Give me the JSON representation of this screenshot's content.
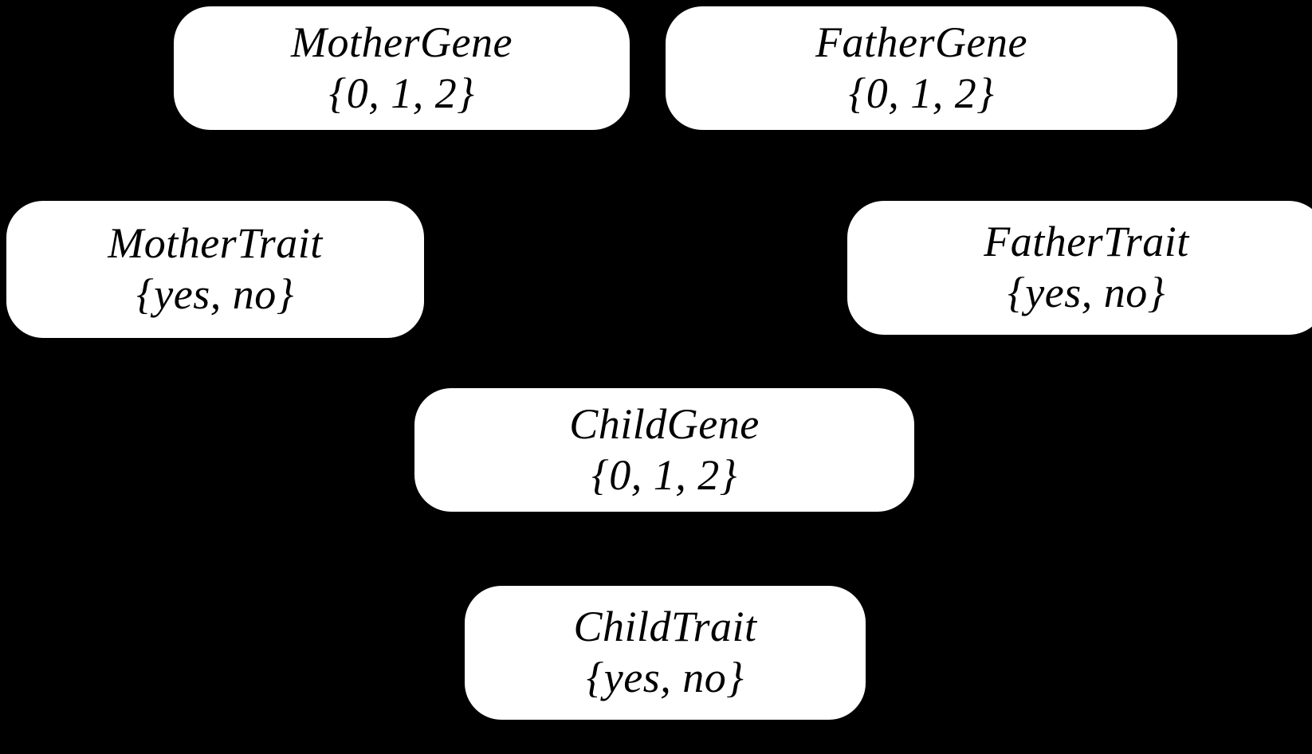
{
  "diagram": {
    "type": "bayesian-network",
    "background_color": "#000000",
    "node_fill_color": "#ffffff",
    "node_text_color": "#000000",
    "nodes": [
      {
        "id": "mother-gene",
        "title": "MotherGene",
        "domain": "{0, 1, 2}",
        "domain_values": [
          "0",
          "1",
          "2"
        ]
      },
      {
        "id": "father-gene",
        "title": "FatherGene",
        "domain": "{0, 1, 2}",
        "domain_values": [
          "0",
          "1",
          "2"
        ]
      },
      {
        "id": "mother-trait",
        "title": "MotherTrait",
        "domain": "{yes, no}",
        "domain_values": [
          "yes",
          "no"
        ]
      },
      {
        "id": "father-trait",
        "title": "FatherTrait",
        "domain": "{yes, no}",
        "domain_values": [
          "yes",
          "no"
        ]
      },
      {
        "id": "child-gene",
        "title": "ChildGene",
        "domain": "{0, 1, 2}",
        "domain_values": [
          "0",
          "1",
          "2"
        ]
      },
      {
        "id": "child-trait",
        "title": "ChildTrait",
        "domain": "{yes, no}",
        "domain_values": [
          "yes",
          "no"
        ]
      }
    ],
    "edges": [
      {
        "from": "mother-gene",
        "to": "mother-trait"
      },
      {
        "from": "mother-gene",
        "to": "child-gene"
      },
      {
        "from": "father-gene",
        "to": "father-trait"
      },
      {
        "from": "father-gene",
        "to": "child-gene"
      },
      {
        "from": "child-gene",
        "to": "child-trait"
      }
    ]
  }
}
